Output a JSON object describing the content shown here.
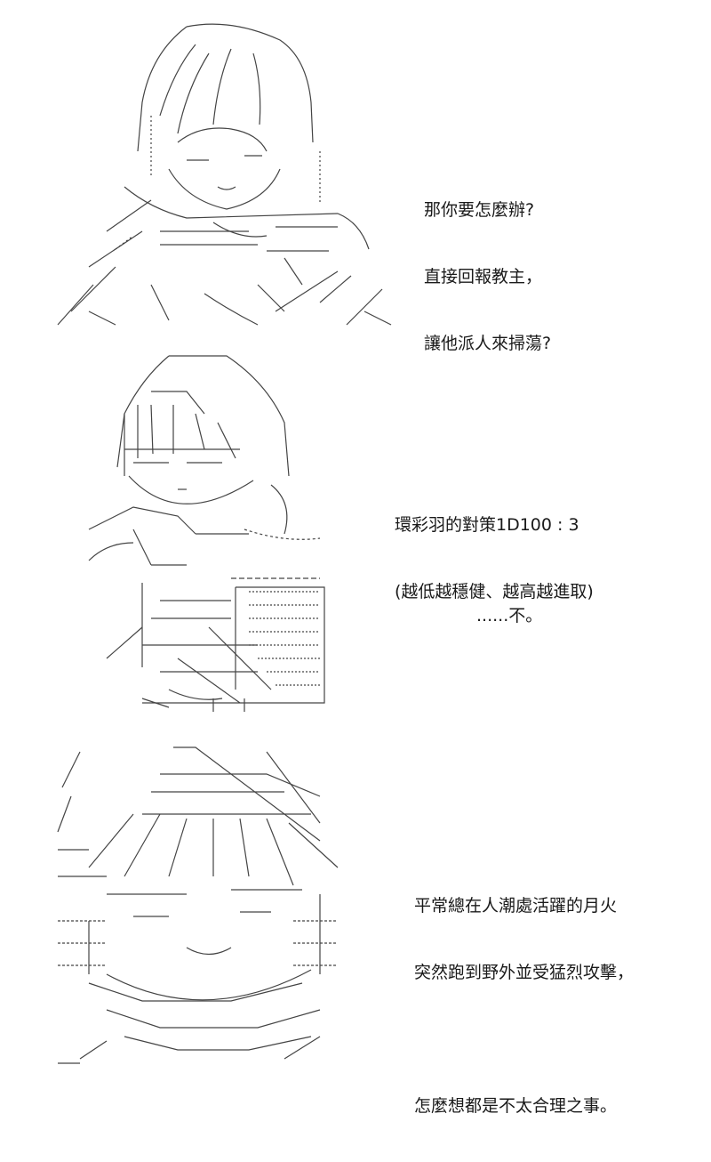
{
  "panels": [
    {
      "id": "panel-1",
      "figure_icon": "ascii-art-girl-long-hair-icon",
      "lines": [
        "那你要怎麼辦?",
        "直接回報教主，",
        "讓他派人來掃蕩?"
      ]
    },
    {
      "id": "panel-2",
      "figure_icon": "ascii-art-girl-hooded-icon",
      "lines": [
        "環彩羽的對策1D100 : 3",
        "(越低越穩健、越高越進取)"
      ],
      "aside": "......不。"
    },
    {
      "id": "panel-3",
      "figure_icon": "ascii-art-girl-closeup-icon",
      "lines": [
        "平常總在人潮處活躍的月火",
        "突然跑到野外並受猛烈攻擊，"
      ],
      "lines_after_gap": [
        "怎麼想都是不太合理之事。"
      ]
    }
  ],
  "colors": {
    "ink": "#1a1a1a",
    "art_line": "#444444",
    "background": "#ffffff"
  }
}
